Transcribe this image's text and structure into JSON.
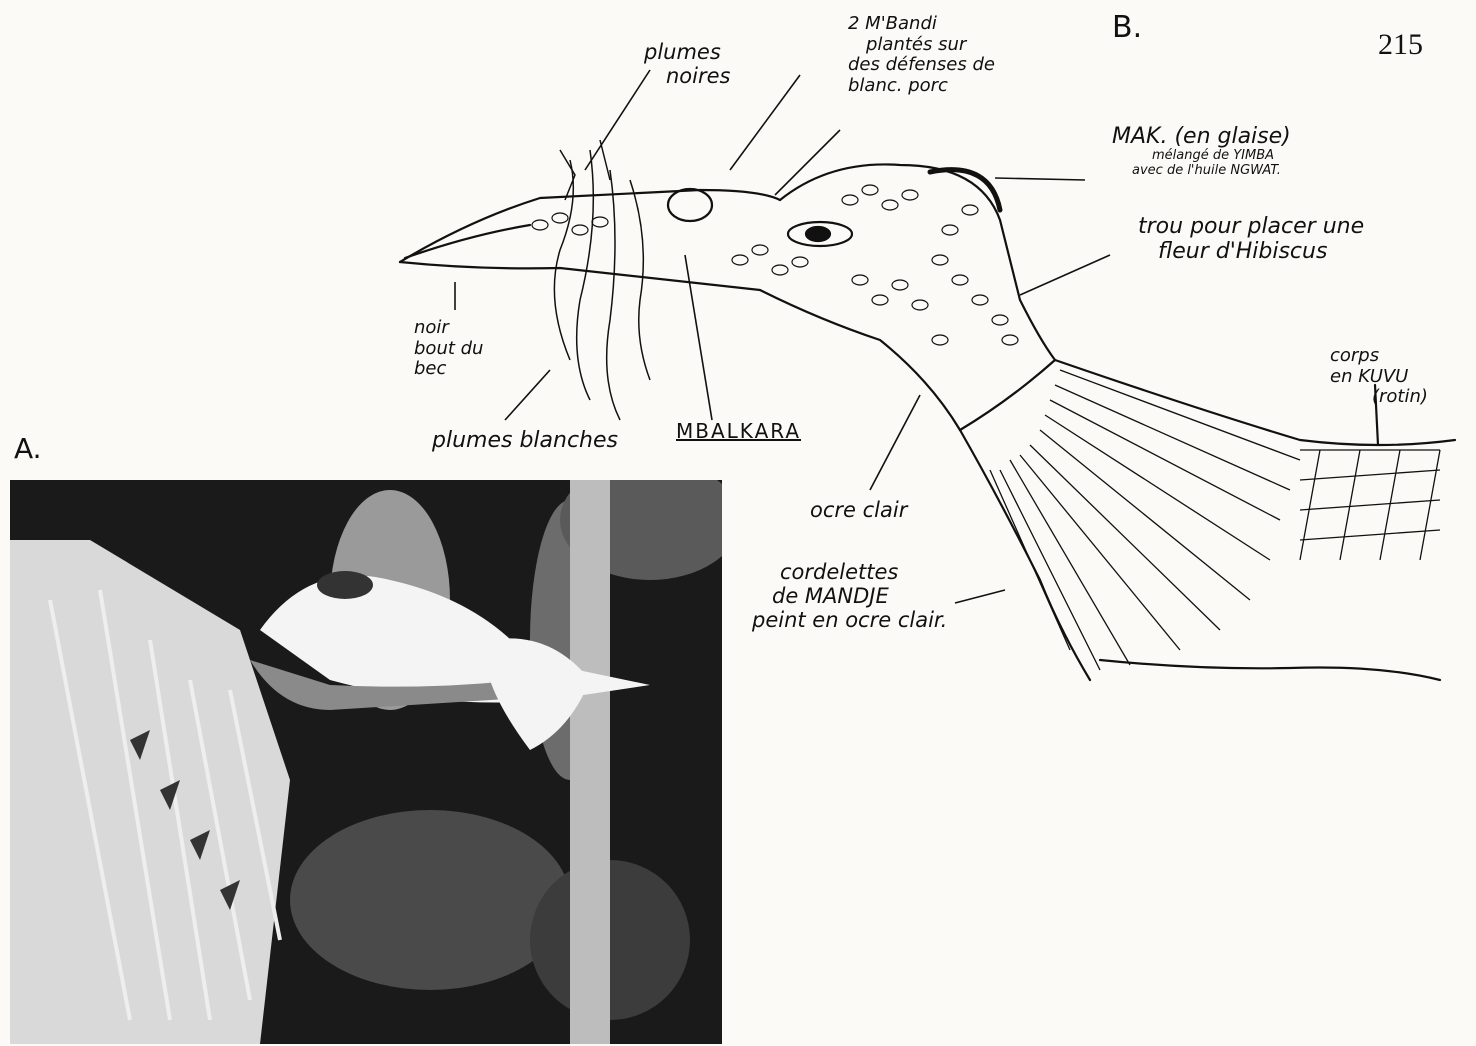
{
  "page_number": "215",
  "figure_a_label": "A.",
  "figure_b_label": "B.",
  "annotations": {
    "plumes_noires": [
      "plumes",
      "noires"
    ],
    "mbandi": [
      "2 M'Bandi",
      "plantés sur",
      "des défenses de",
      "blanc. porc"
    ],
    "mak": [
      "MAK. (en glaise)",
      "mélangé de YIMBA",
      "avec de l'huile NGWAT."
    ],
    "trou": [
      "trou pour placer une",
      "fleur d'Hibiscus"
    ],
    "corps": [
      "corps",
      "en KUVU",
      "(rotin)"
    ],
    "noir_bec": [
      "noir",
      "bout du",
      "bec"
    ],
    "plumes_blanches": "plumes blanches",
    "mbalkara": "MBALKARA",
    "ocre_clair": "ocre clair",
    "cordelettes": [
      "cordelettes",
      "de MANDJE",
      "peint en ocre clair."
    ]
  },
  "colors": {
    "ink": "#111111",
    "paper": "#fbfaf6",
    "photo_dark": "#1a1a1a",
    "photo_light": "#f4f4f4"
  }
}
